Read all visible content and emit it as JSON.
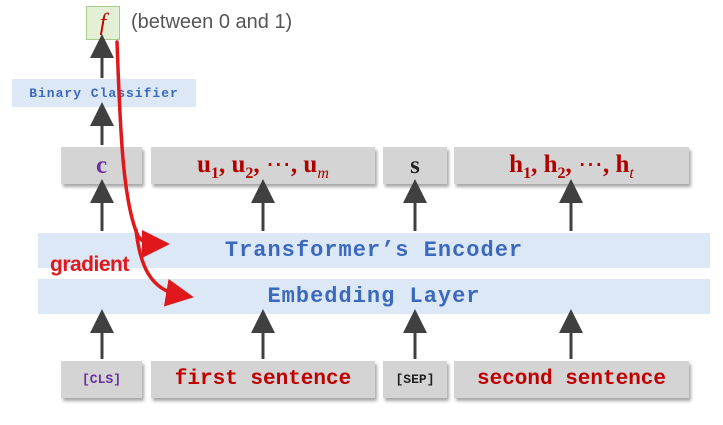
{
  "output": {
    "symbol": "f",
    "note": "(between 0 and 1)"
  },
  "classifier": {
    "label": "Binary Classifier"
  },
  "encoder": {
    "label": "Transformer’s Encoder"
  },
  "embedding": {
    "label": "Embedding Layer"
  },
  "gradient": {
    "label": "gradient"
  },
  "outputs_row": {
    "c": "c",
    "u": {
      "base": "u",
      "sub1": "1",
      "sub2": "2",
      "subm": "m",
      "sep": ", ",
      "dots": "⋯"
    },
    "s": "s",
    "h": {
      "base": "h",
      "sub1": "1",
      "sub2": "2",
      "subt": "t",
      "sep": ", ",
      "dots": "⋯"
    }
  },
  "inputs_row": {
    "cls": "[CLS]",
    "first": "first sentence",
    "sep": "[SEP]",
    "second": "second sentence"
  },
  "colors": {
    "gray_box": "#d4d4d4",
    "blue_bar": "#dce8f6",
    "mono_blue": "#3b69bd",
    "red": "#c00000",
    "purple": "#6b2fa0",
    "arrow": "#404040",
    "gradient_arrow": "#e0181c"
  }
}
